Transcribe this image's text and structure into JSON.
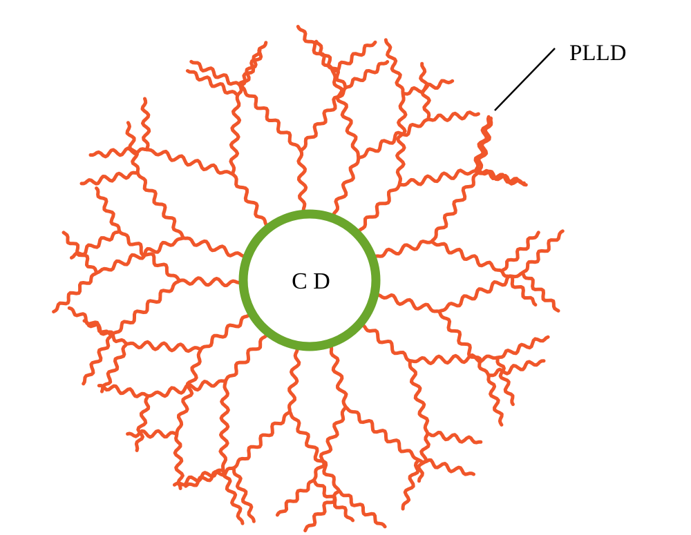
{
  "colors": {
    "core": "#6aa62c",
    "arms": "#f0562a",
    "leader": "#000000",
    "background": "#ffffff"
  },
  "core": {
    "label": "C D"
  },
  "callout": {
    "label": "PLLD"
  },
  "structure": {
    "arm_count": 13,
    "tips_per_arm": 4
  }
}
